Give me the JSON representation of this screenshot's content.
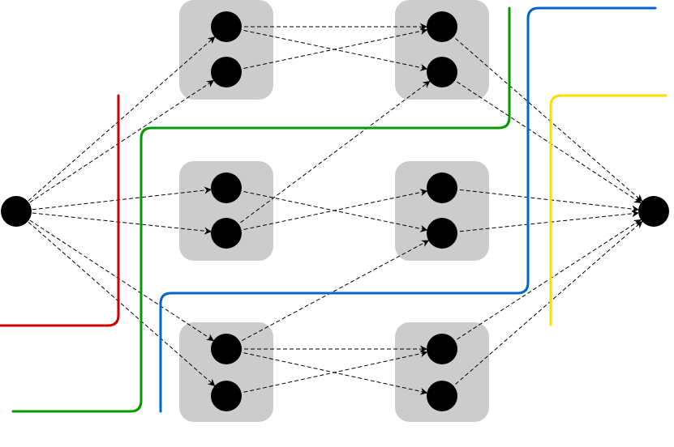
{
  "diagram": {
    "type": "layered-network-with-cuts",
    "source": "s",
    "sink": "t",
    "groups": [
      {
        "id": "g1",
        "nodes": [
          "a1",
          "a2"
        ]
      },
      {
        "id": "g2",
        "nodes": [
          "b1",
          "b2"
        ]
      },
      {
        "id": "g3",
        "nodes": [
          "c1",
          "c2"
        ]
      },
      {
        "id": "g4",
        "nodes": [
          "d1",
          "d2"
        ]
      },
      {
        "id": "g5",
        "nodes": [
          "e1",
          "e2"
        ]
      },
      {
        "id": "g6",
        "nodes": [
          "f1",
          "f2"
        ]
      }
    ],
    "edges": [
      [
        "s",
        "a1"
      ],
      [
        "s",
        "a2"
      ],
      [
        "s",
        "b1"
      ],
      [
        "s",
        "b2"
      ],
      [
        "s",
        "c1"
      ],
      [
        "s",
        "c2"
      ],
      [
        "a1",
        "d1"
      ],
      [
        "a1",
        "d2"
      ],
      [
        "a2",
        "d1"
      ],
      [
        "b1",
        "e2"
      ],
      [
        "b2",
        "e1"
      ],
      [
        "b2",
        "d2"
      ],
      [
        "c1",
        "e2"
      ],
      [
        "c1",
        "f1"
      ],
      [
        "c1",
        "f2"
      ],
      [
        "c2",
        "f1"
      ],
      [
        "d1",
        "t"
      ],
      [
        "d2",
        "t"
      ],
      [
        "e1",
        "t"
      ],
      [
        "e2",
        "t"
      ],
      [
        "f1",
        "t"
      ],
      [
        "f2",
        "t"
      ]
    ],
    "cuts": [
      {
        "id": "red-cut",
        "color": "#cc0000"
      },
      {
        "id": "green-cut",
        "color": "#009900"
      },
      {
        "id": "blue-cut",
        "color": "#0066cc"
      },
      {
        "id": "yellow-cut",
        "color": "#ffdd00"
      }
    ]
  }
}
